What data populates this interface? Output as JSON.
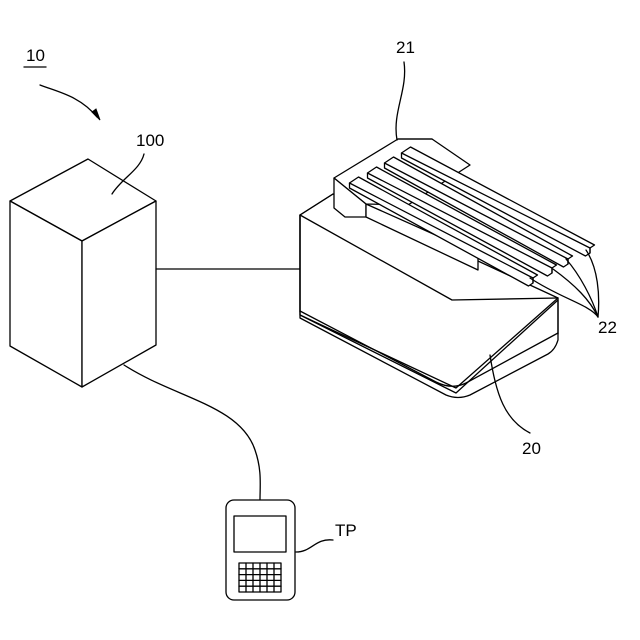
{
  "labels": {
    "system": "10",
    "controller": "100",
    "machine": "20",
    "top_unit": "21",
    "rails": "22",
    "pendant": "TP"
  },
  "colors": {
    "stroke": "#000000",
    "background": "#ffffff"
  }
}
